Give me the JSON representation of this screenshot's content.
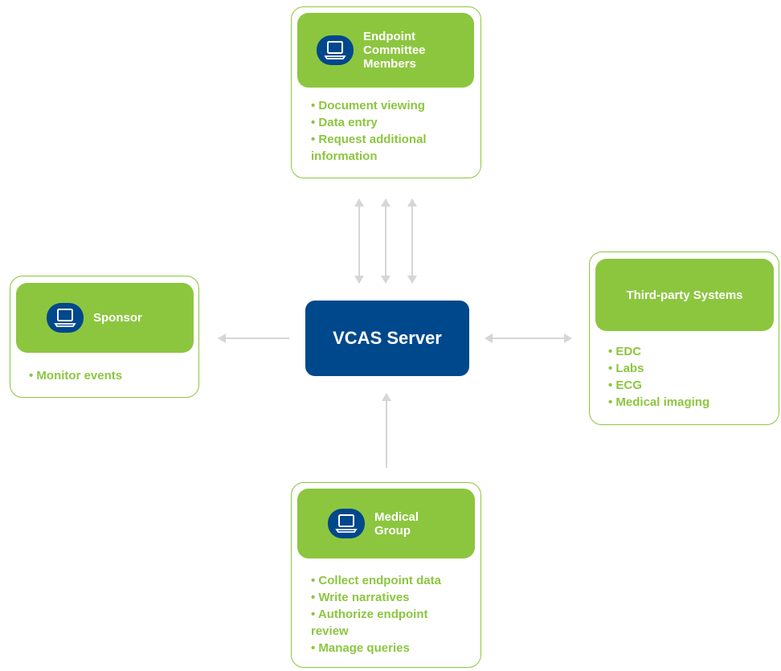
{
  "colors": {
    "green": "#8cc63f",
    "blue": "#00488c",
    "arrow": "#d6d6d6"
  },
  "server": {
    "label": "VCAS Server"
  },
  "endpoint": {
    "title": "Endpoint\nCommittee\nMembers",
    "icon": "computer-monitor-icon",
    "items": [
      "• Document viewing",
      "• Data entry",
      "• Request additional\n  information"
    ]
  },
  "sponsor": {
    "title": "Sponsor",
    "icon": "computer-monitor-icon",
    "items": [
      "• Monitor events"
    ]
  },
  "third_party": {
    "title": "Third-party Systems",
    "items": [
      "• EDC",
      "• Labs",
      "• ECG",
      "• Medical imaging"
    ]
  },
  "medical": {
    "title": "Medical\nGroup",
    "icon": "computer-monitor-icon",
    "items": [
      "• Collect endpoint data",
      "• Write narratives",
      "• Authorize endpoint\n  review",
      "• Manage queries"
    ]
  }
}
